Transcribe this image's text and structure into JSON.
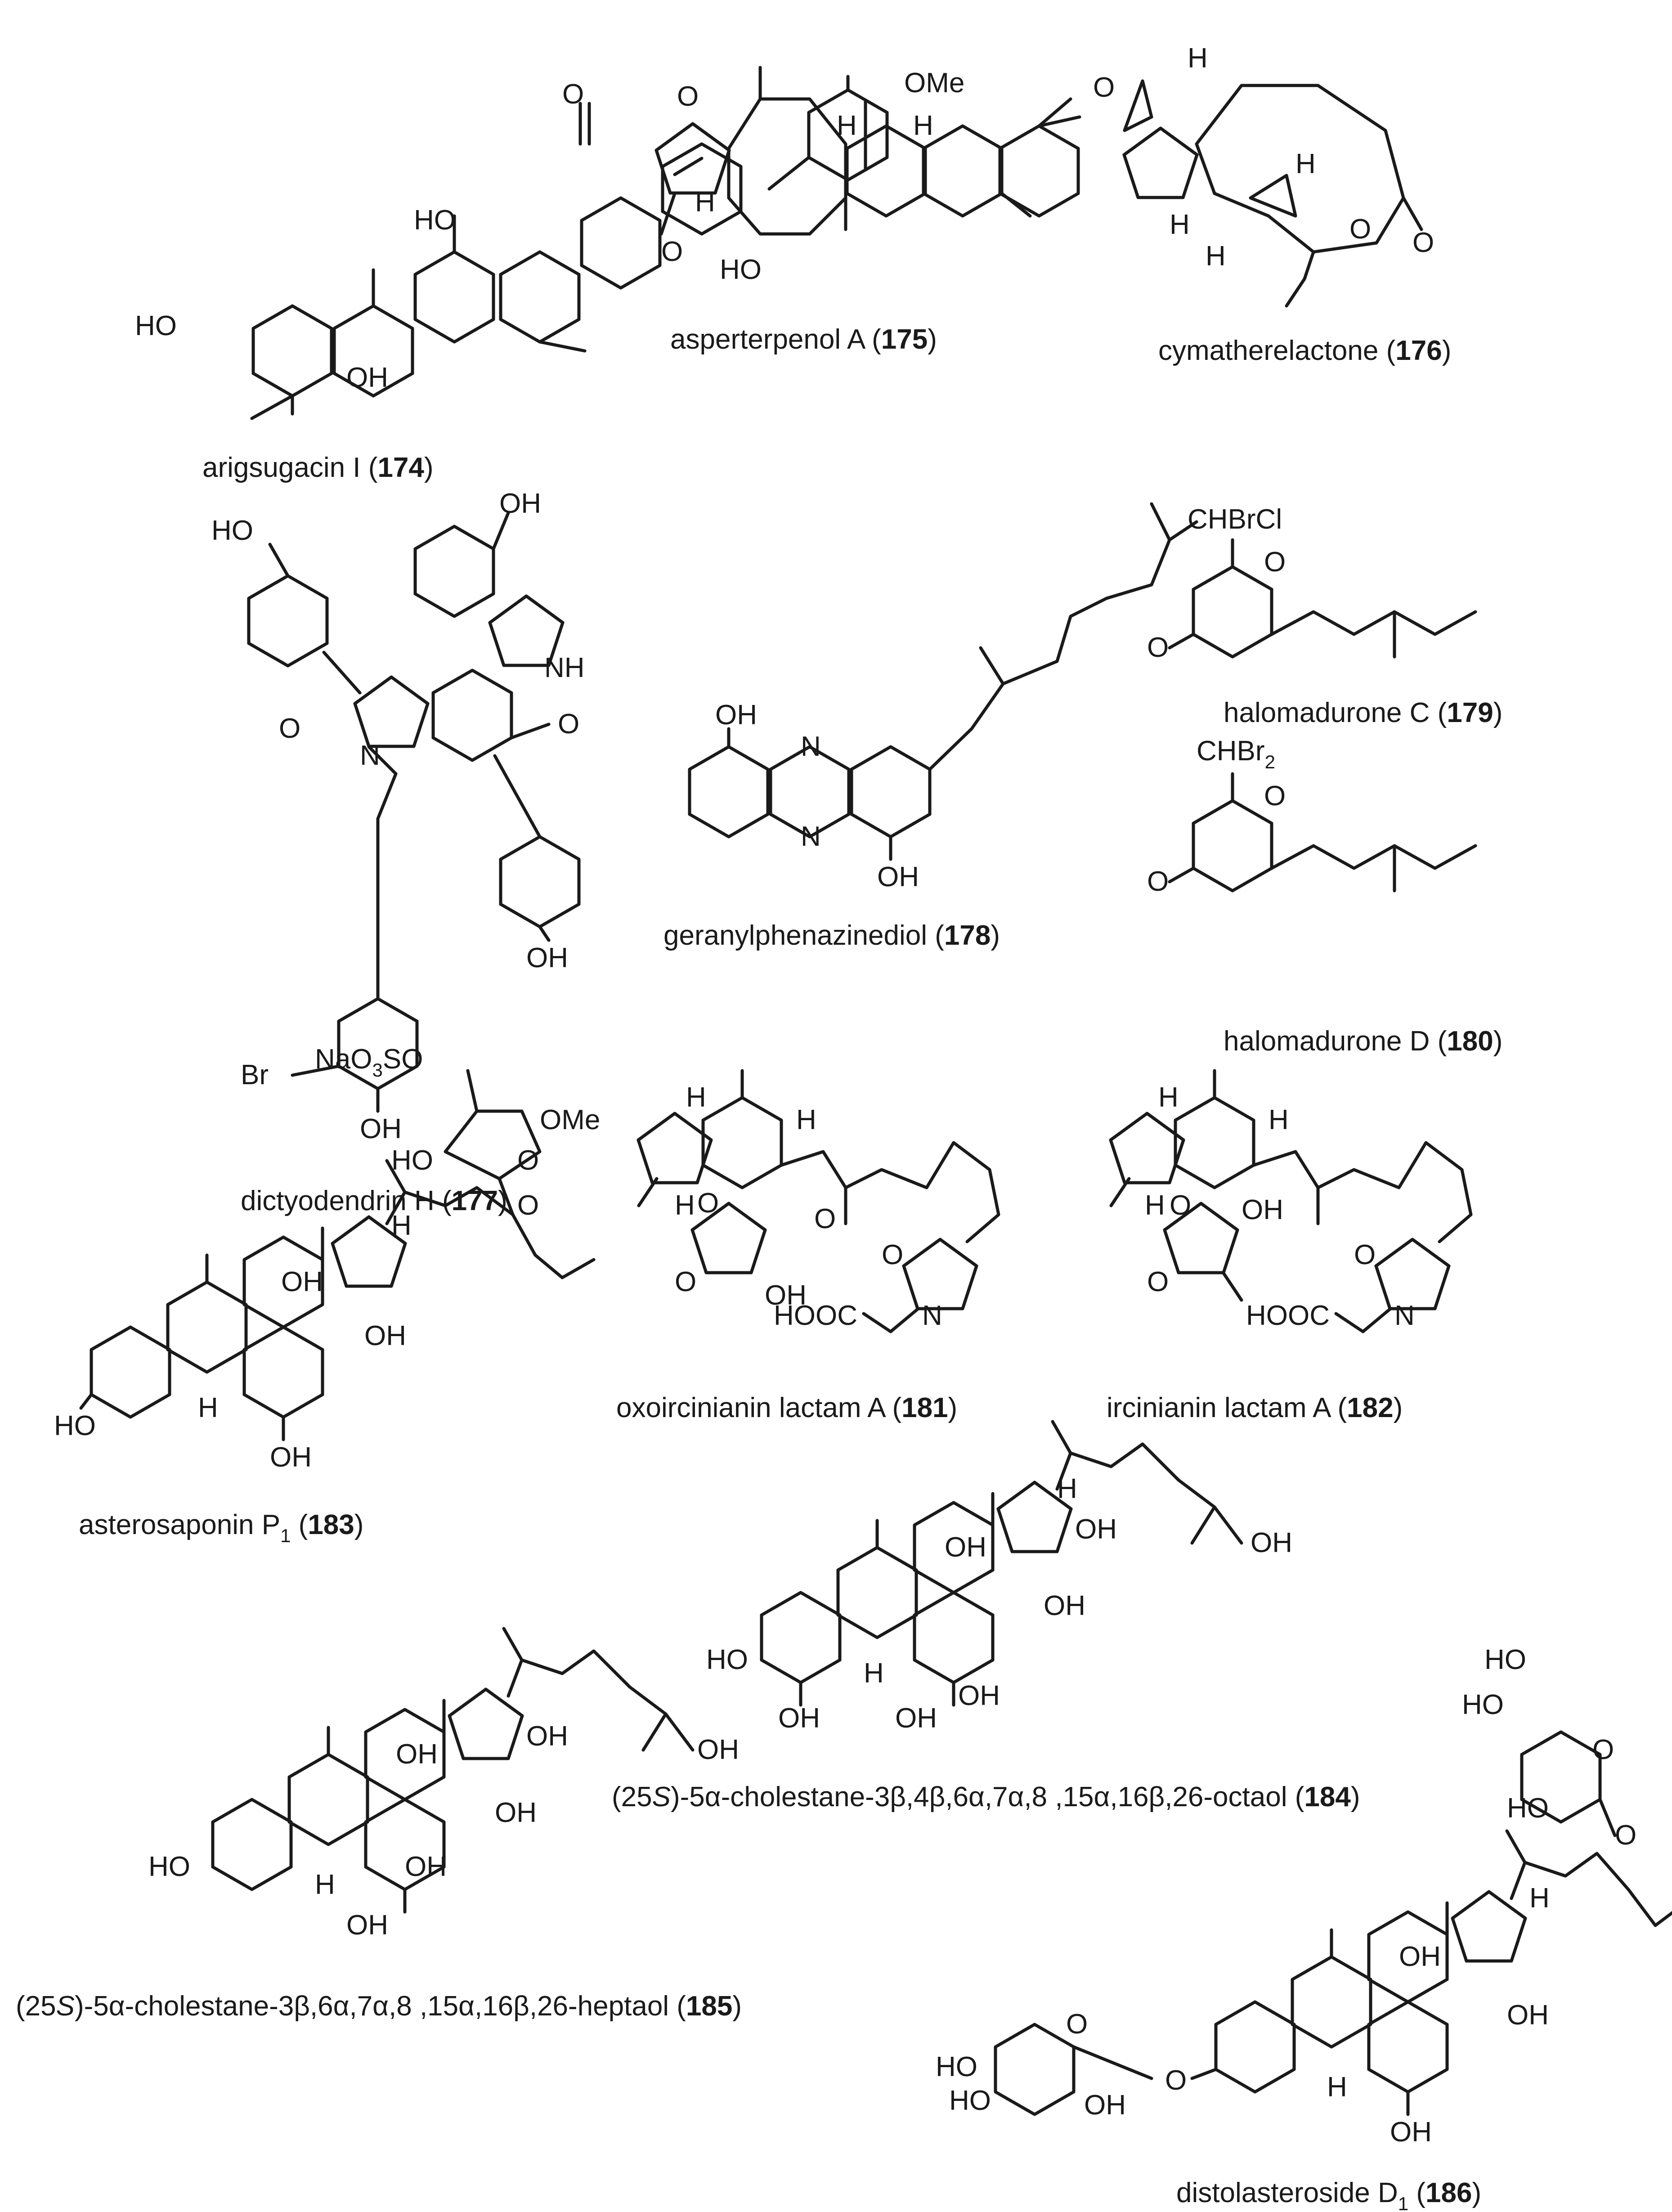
{
  "compounds": [
    {
      "id": "174",
      "caption": "arigsugacin I",
      "number": "174",
      "labels": {
        "ome": "OMe",
        "o1": "O",
        "o2": "O",
        "o3": "O",
        "ho1": "HO",
        "ho2": "HO",
        "oh1": "OH"
      }
    },
    {
      "id": "175",
      "caption": "asperterpenol A",
      "number": "175",
      "labels": {
        "h1": "H",
        "h2": "H",
        "h3": "H",
        "ho": "HO"
      }
    },
    {
      "id": "176",
      "caption": "cymatherelactone",
      "number": "176",
      "labels": {
        "o1": "O",
        "h1": "H",
        "h2": "H",
        "h3": "H",
        "h4": "H",
        "o2": "O",
        "o3": "O"
      }
    },
    {
      "id": "177",
      "caption": "dictyodendrin H",
      "number": "177",
      "labels": {
        "ho1": "HO",
        "oh1": "OH",
        "nh": "NH",
        "o1": "O",
        "o2": "O",
        "n": "N",
        "oh2": "OH",
        "br": "Br",
        "oh3": "OH"
      }
    },
    {
      "id": "178",
      "caption": "geranylphenazinediol",
      "number": "178",
      "labels": {
        "oh1": "OH",
        "n1": "N",
        "n2": "N",
        "oh2": "OH"
      }
    },
    {
      "id": "179",
      "caption": "halomadurone C",
      "number": "179",
      "labels": {
        "chbrcl": "CHBrCl",
        "o1": "O",
        "o2": "O"
      }
    },
    {
      "id": "180",
      "caption": "halomadurone D",
      "number": "180",
      "labels": {
        "chbr": "CHBr",
        "sub": "2",
        "o1": "O",
        "o2": "O"
      }
    },
    {
      "id": "181",
      "caption": "oxoircinianin lactam A",
      "number": "181",
      "labels": {
        "h1": "H",
        "h2": "H",
        "ho": "H",
        "o1": "O",
        "o2": "O",
        "o3": "O",
        "oh": "OH",
        "o4": "O",
        "hooc": "HOOC",
        "n": "N"
      }
    },
    {
      "id": "182",
      "caption": "ircinianin lactam A",
      "number": "182",
      "labels": {
        "h1": "H",
        "h2": "H",
        "ho": "H",
        "o1": "O",
        "oh": "OH",
        "o2": "O",
        "o3": "O",
        "hooc": "HOOC",
        "n": "N"
      }
    },
    {
      "id": "183",
      "caption": "asterosaponin P",
      "sub": "1",
      "number": "183",
      "labels": {
        "nao3so": "NaO",
        "sub3": "3",
        "so": "SO",
        "ome": "OMe",
        "ho1": "HO",
        "o1": "O",
        "o2": "O",
        "h1": "H",
        "oh1": "OH",
        "oh2": "OH",
        "ho2": "HO",
        "h2": "H",
        "oh3": "OH"
      }
    },
    {
      "id": "184",
      "caption": "(25S)-5α-cholestane-3β,4β,6α,7α,8 ,15α,16β,26-octaol",
      "number": "184",
      "labels": {
        "h1": "H",
        "oh1": "OH",
        "oh2": "OH",
        "oh3": "OH",
        "oh4": "OH",
        "ho1": "HO",
        "oh5": "OH",
        "h2": "H",
        "oh6": "OH",
        "oh7": "OH"
      }
    },
    {
      "id": "185",
      "caption": "(25S)-5α-cholestane-3β,6α,7α,8 ,15α,16β,26-heptaol",
      "number": "185",
      "labels": {
        "oh1": "OH",
        "oh2": "OH",
        "oh3": "OH",
        "oh4": "OH",
        "ho1": "HO",
        "h1": "H",
        "oh5": "OH",
        "oh6": "OH"
      }
    },
    {
      "id": "186",
      "caption": "distolasteroside D",
      "sub": "1",
      "number": "186",
      "labels": {
        "ho1": "HO",
        "ho2": "HO",
        "o1": "O",
        "ho3": "HO",
        "o2": "O",
        "h1": "H",
        "oh1": "OH",
        "oh2": "OH",
        "ho4": "HO",
        "ho5": "HO",
        "o3": "O",
        "o4": "O",
        "oh3": "OH",
        "h2": "H",
        "oh4": "OH"
      }
    }
  ]
}
